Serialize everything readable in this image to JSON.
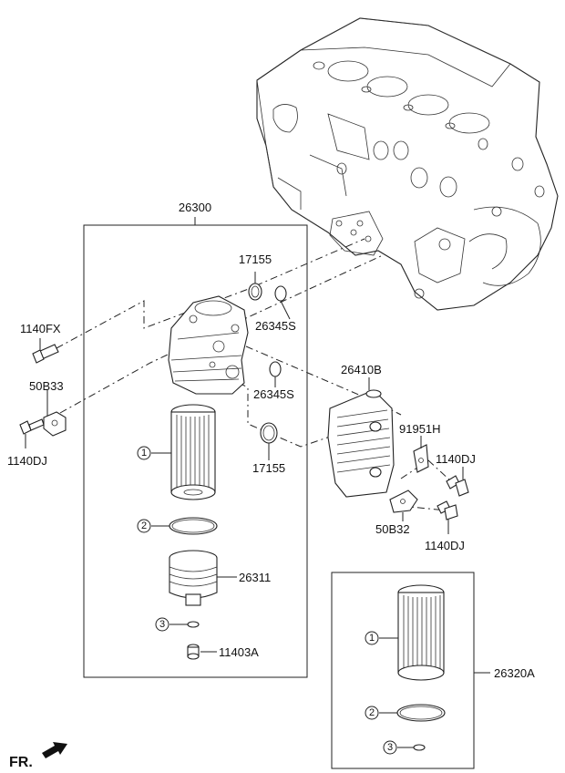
{
  "labels": {
    "assy_26300": "26300",
    "gasket_17155_top": "17155",
    "oring_26345S_top": "26345S",
    "bolt_1140FX": "1140FX",
    "bracket_50B33": "50B33",
    "bolt_1140DJ_left": "1140DJ",
    "oring_26345S_mid": "26345S",
    "cooler_26410B": "26410B",
    "part_91951H": "91951H",
    "bolt_1140DJ_right_top": "1140DJ",
    "gasket_17155_bottom": "17155",
    "bracket_50B32": "50B32",
    "bolt_1140DJ_right_bottom": "1140DJ",
    "cap_26311": "26311",
    "plug_11403A": "11403A",
    "kit_26320A": "26320A",
    "fr": "FR."
  },
  "callouts": {
    "element": "1",
    "oring": "2",
    "small_oring": "3"
  }
}
